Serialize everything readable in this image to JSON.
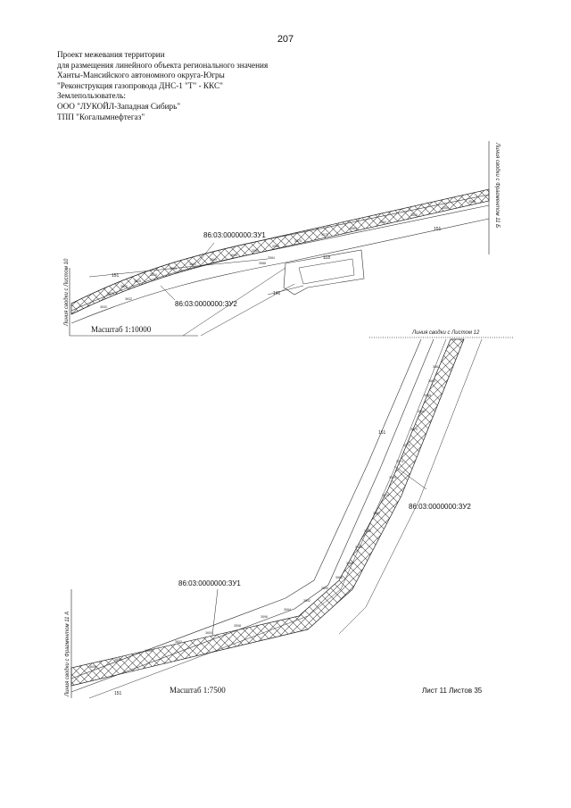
{
  "page_number": "207",
  "header": {
    "lines": [
      "Проект межевания территории",
      "для размещения линейного объекта регионального значения",
      "Ханты-Мансийского автономного округа-Югры",
      "\"Реконструкция газопровода ДНС-1 \"Т\" - ККС\"",
      "Землепользователь:",
      "ООО \"ЛУКОЙЛ-Западная Сибирь\"",
      "ТПП \"Когалымнефтегаз\""
    ]
  },
  "map_top": {
    "scale": "Масштаб 1:10000",
    "parcel_1": "86:03:0000000:ЗУ1",
    "parcel_2": "86:03:0000000:ЗУ2",
    "match_left": "Линия сводки с Листом 10",
    "match_right": "Линия сводки с Фрагментом 11 Б",
    "road_labels": [
      "151",
      "151",
      "118",
      "141"
    ]
  },
  "map_bottom": {
    "scale": "Масштаб 1:7500",
    "parcel_1": "86:03:0000000:ЗУ1",
    "parcel_2": "86:03:0000000:ЗУ2",
    "match_top": "Линия сводки с Листом 12",
    "match_left": "Линия сводки с Фрагментом 11 А",
    "road_labels": [
      "161",
      "151"
    ]
  },
  "sheet_label": "Лист 11 Листов 35"
}
